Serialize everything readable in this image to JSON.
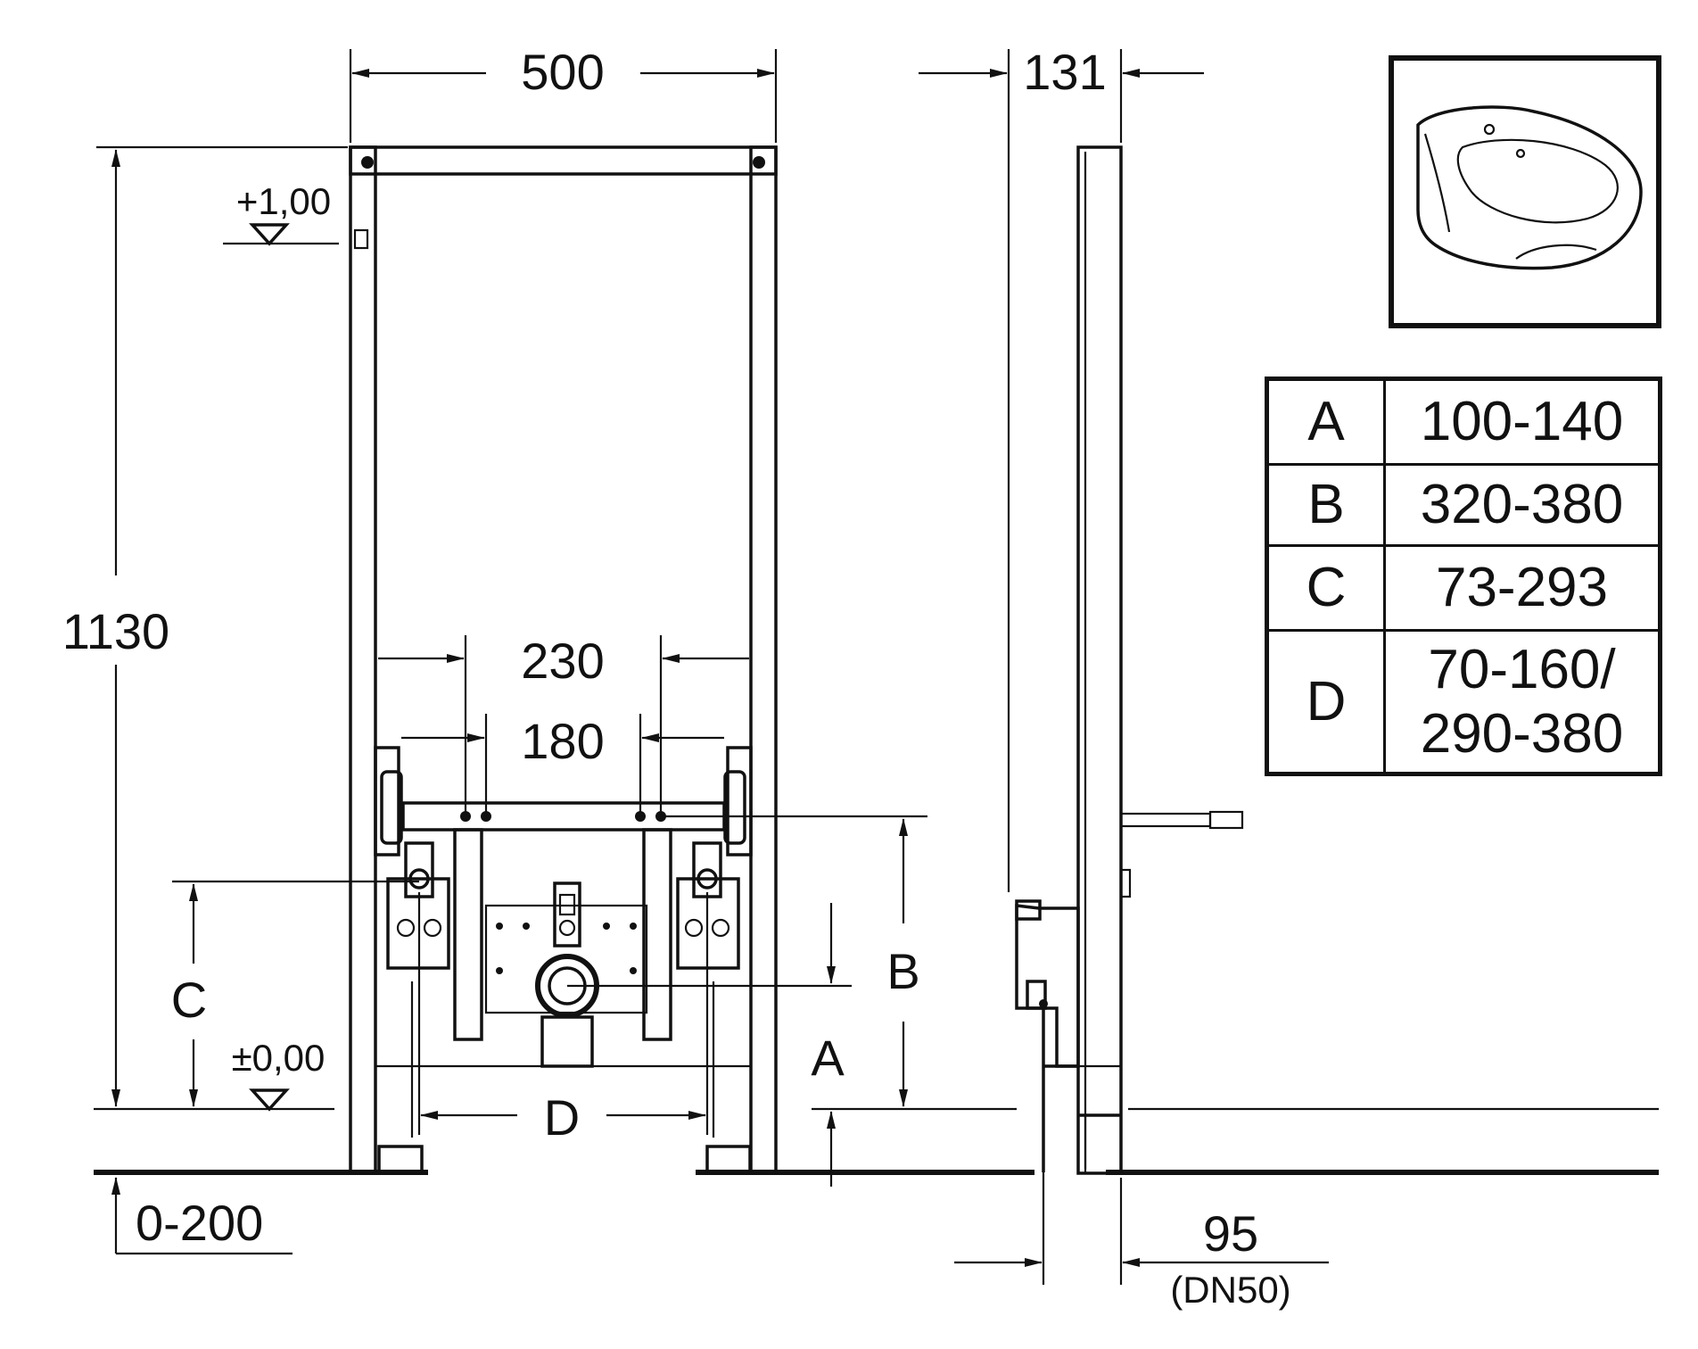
{
  "colors": {
    "line": "#111111",
    "background": "#ffffff"
  },
  "front_view": {
    "width_label": "500",
    "height_label": "1130",
    "level_top": "+1,00",
    "level_zero": "±0,00",
    "floor_adjust": "0-200",
    "spacing_outer": "230",
    "spacing_inner": "180",
    "dim_a": "A",
    "dim_b": "B",
    "dim_c": "C",
    "dim_d": "D"
  },
  "side_view": {
    "depth_label": "131",
    "drain_label": "95",
    "drain_sub": "(DN50)"
  },
  "thumbnail": {
    "icon": "wall-hung-bidet-icon"
  },
  "dimension_table": [
    {
      "key": "A",
      "value": "100-140"
    },
    {
      "key": "B",
      "value": "320-380"
    },
    {
      "key": "C",
      "value": "73-293"
    },
    {
      "key": "D",
      "value": "70-160/",
      "value2": "290-380"
    }
  ]
}
